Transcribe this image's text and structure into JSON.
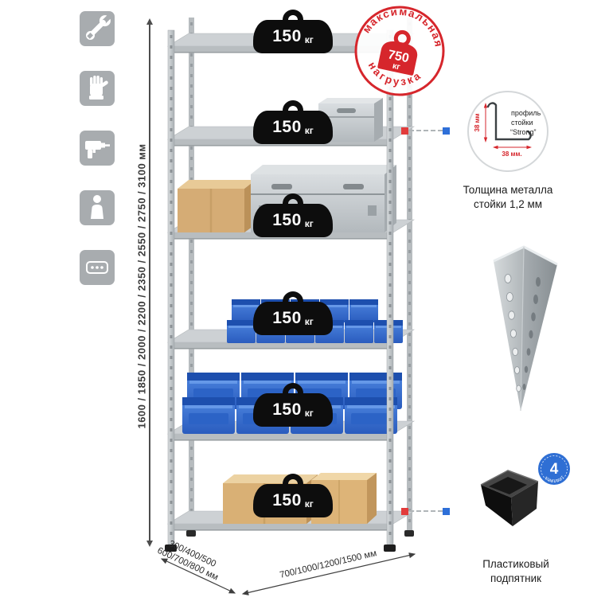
{
  "left_icons": [
    {
      "name": "wrench-icon"
    },
    {
      "name": "gloves-icon"
    },
    {
      "name": "drill-icon"
    },
    {
      "name": "person-icon"
    },
    {
      "name": "anchors-icon"
    }
  ],
  "height_dimension": {
    "label": "1600 / 1850 / 2000 / 2200 / 2350 / 2550 / 2750 / 3100 мм"
  },
  "shelving": {
    "shelves": [
      {
        "load": "150",
        "unit": "кг"
      },
      {
        "load": "150",
        "unit": "кг"
      },
      {
        "load": "150",
        "unit": "кг"
      },
      {
        "load": "150",
        "unit": "кг"
      },
      {
        "load": "150",
        "unit": "кг"
      },
      {
        "load": "150",
        "unit": "кг"
      }
    ]
  },
  "max_load_stamp": {
    "arc_top": "максимальная",
    "arc_bottom": "нагрузка",
    "value": "750",
    "unit": "кг"
  },
  "profile_detail": {
    "label_line1": "профиль",
    "label_line2": "стойки",
    "label_line3": "“Strong”",
    "dim_vertical": "38 мм",
    "dim_horizontal": "38 мм.",
    "caption_line1": "Толщина металла",
    "caption_line2": "стойки 1,2 мм"
  },
  "foot_detail": {
    "badge_value": "4",
    "badge_text": "в комплекте",
    "caption_line1": "Пластиковый",
    "caption_line2": "подпятник"
  },
  "bottom_dimensions": {
    "depth_line1": "300/400/500",
    "depth_line2": "600/700/800 мм",
    "width": "700/1000/1200/1500 мм"
  },
  "colors": {
    "accent_red": "#d6262c",
    "accent_blue": "#2e6fd8",
    "bin_blue": "#3a74d4",
    "metal_gray": "#c3c7ca",
    "cardboard": "#d8b584"
  }
}
